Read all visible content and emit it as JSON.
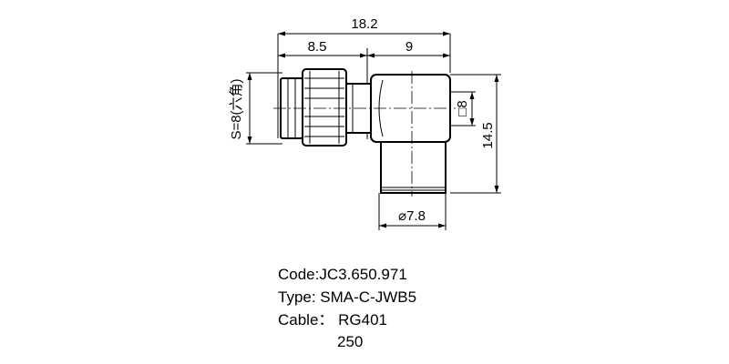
{
  "dimensions": {
    "overall_length": "18.2",
    "plug_length": "8.5",
    "body_length": "9",
    "hex_size": "S=8(六角)",
    "square_size": "□8",
    "height": "14.5",
    "cable_diameter": "⌀7.8"
  },
  "spec": {
    "code": "Code:JC3.650.971",
    "type": "Type: SMA-C-JWB5",
    "cable": "Cable： RG401",
    "extra": "250"
  },
  "colors": {
    "line": "#000000",
    "background": "#ffffff"
  }
}
